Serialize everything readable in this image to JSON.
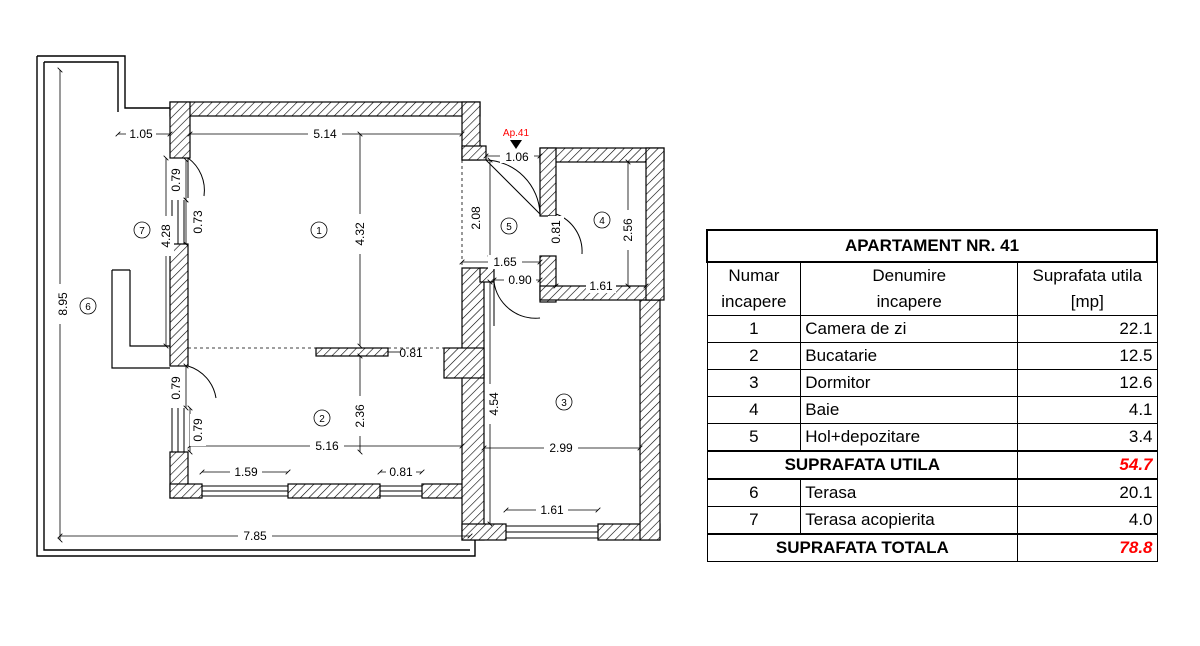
{
  "plan": {
    "apartment_marker": "Ap.41",
    "dimensions": {
      "terrace_height": "8.95",
      "terrace_width": "7.85",
      "covered_terrace_width": "1.05",
      "covered_terrace_height": "4.28",
      "living_width": "5.14",
      "living_height": "4.32",
      "entry_width": "1.06",
      "hall_height": "2.08",
      "hall_width": "1.65",
      "bath_door": "0.81",
      "bath_height": "2.56",
      "bath_width": "1.61",
      "bedroom_door": "0.90",
      "kitchen_counter": "0.81",
      "window_top_upper": "0.79",
      "window_top_lower": "0.73",
      "window_bottom_upper": "0.79",
      "window_bottom_lower": "0.79",
      "kitchen_height": "2.36",
      "kitchen_width": "5.16",
      "kitchen_window_left": "1.59",
      "kitchen_window_right": "0.81",
      "bedroom_height": "4.54",
      "bedroom_width": "2.99",
      "bedroom_window": "1.61"
    },
    "room_numbers": [
      "1",
      "2",
      "3",
      "4",
      "5",
      "6",
      "7"
    ]
  },
  "table": {
    "title": "APARTAMENT NR. 41",
    "headers": {
      "col1_line1": "Numar",
      "col1_line2": "incapere",
      "col2_line1": "Denumire",
      "col2_line2": "incapere",
      "col3_line1": "Suprafata utila",
      "col3_line2": "[mp]"
    },
    "rooms": [
      {
        "num": "1",
        "name": "Camera de zi",
        "area": "22.1"
      },
      {
        "num": "2",
        "name": "Bucatarie",
        "area": "12.5"
      },
      {
        "num": "3",
        "name": "Dormitor",
        "area": "12.6"
      },
      {
        "num": "4",
        "name": "Baie",
        "area": "4.1"
      },
      {
        "num": "5",
        "name": "Hol+depozitare",
        "area": "3.4"
      }
    ],
    "subtotal_label": "SUPRAFATA UTILA",
    "subtotal_value": "54.7",
    "terraces": [
      {
        "num": "6",
        "name": "Terasa",
        "area": "20.1"
      },
      {
        "num": "7",
        "name": "Terasa acopierita",
        "area": "4.0"
      }
    ],
    "total_label": "SUPRAFATA TOTALA",
    "total_value": "78.8"
  },
  "colors": {
    "accent_red": "#ff0000",
    "line": "#000000"
  }
}
